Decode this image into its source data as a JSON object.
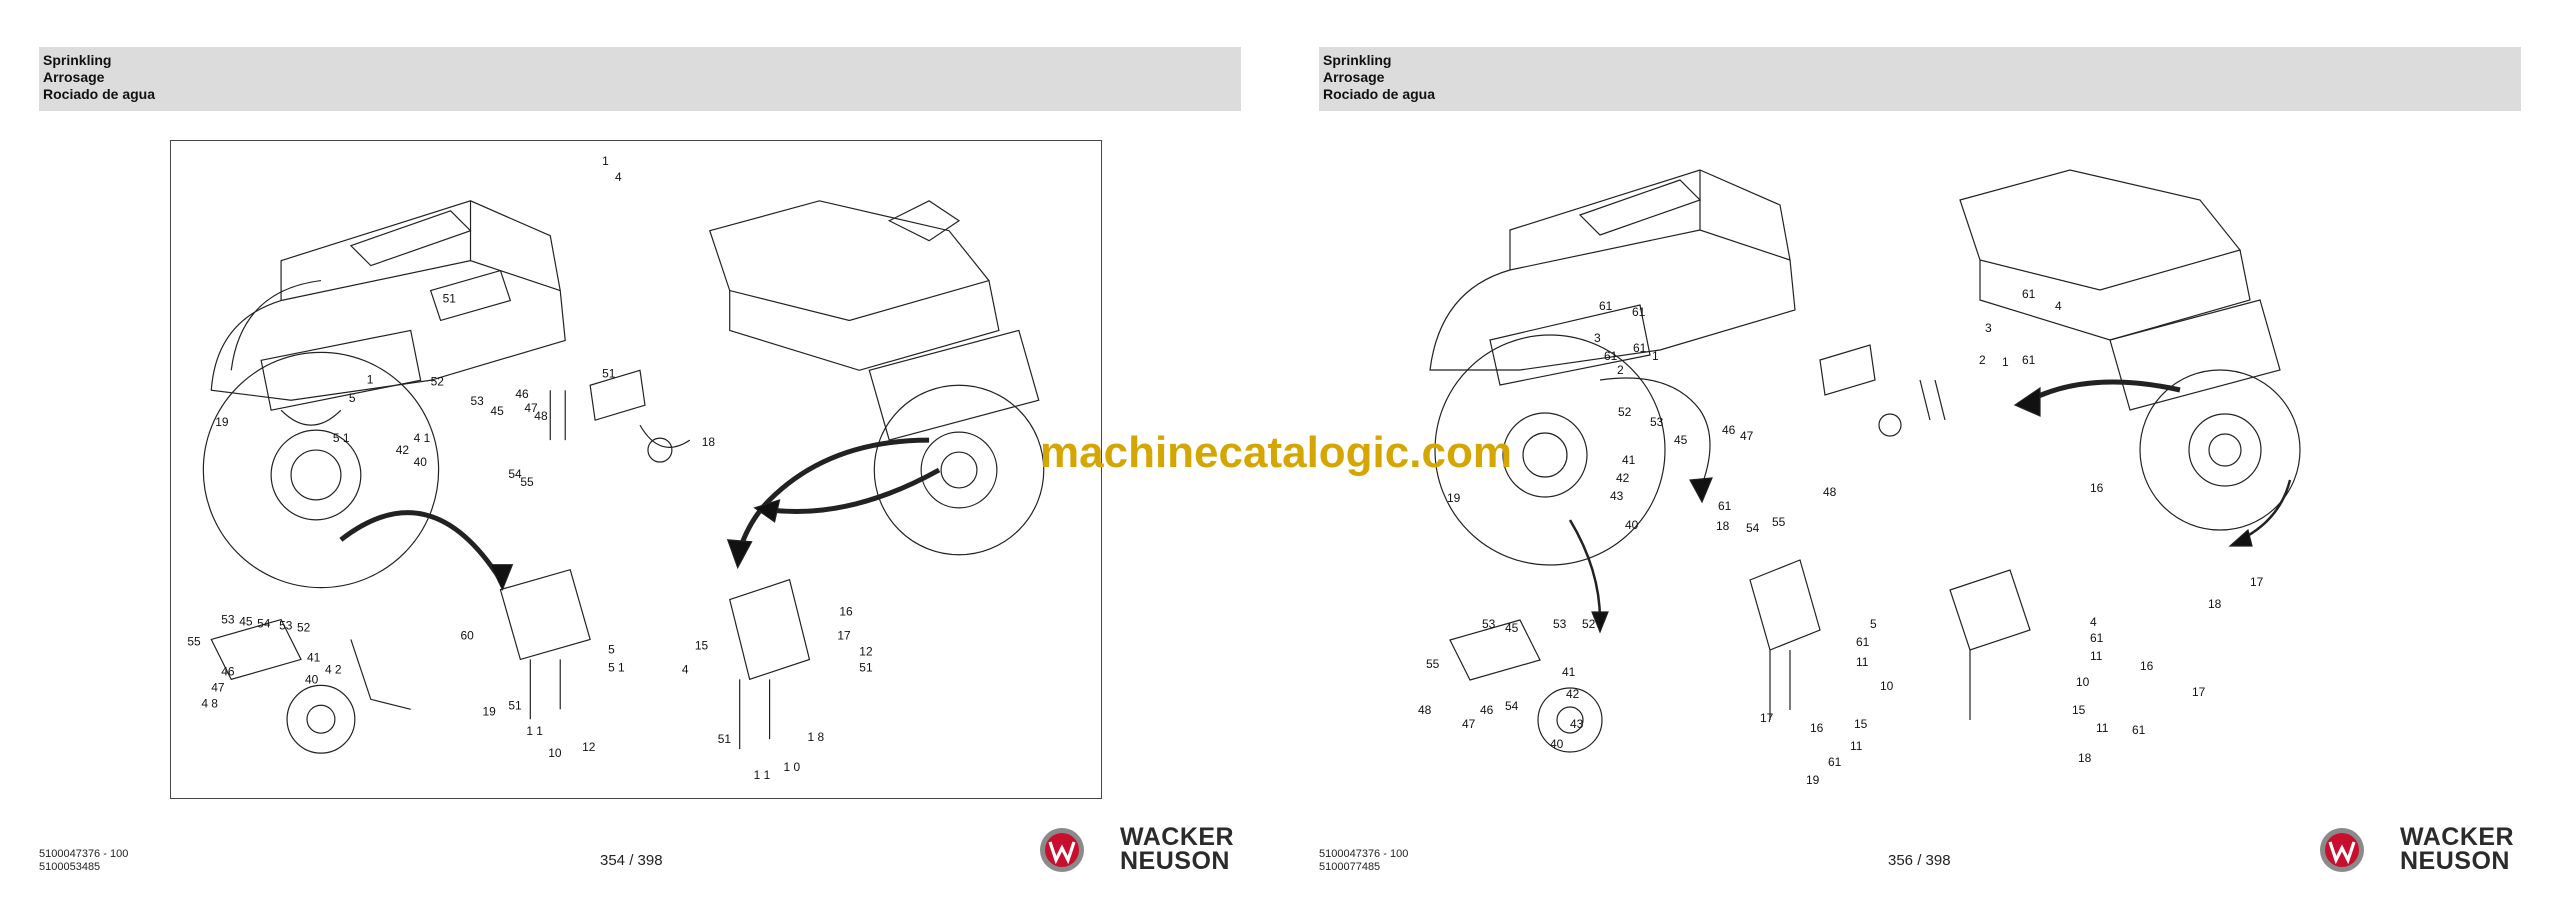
{
  "left_page": {
    "header": [
      "Sprinkling",
      "Arrosage",
      "Rociado de agua"
    ],
    "doc_number": "5100047376 - 100",
    "sub_number": "5100053485",
    "page_label": "354 / 398",
    "callouts": [
      "1",
      "4",
      "51",
      "5",
      "1",
      "51",
      "19",
      "5 1",
      "52",
      "53",
      "46",
      "47",
      "48",
      "45",
      "4 1",
      "42",
      "40",
      "54",
      "55",
      "18",
      "53",
      "45",
      "54",
      "53",
      "52",
      "55",
      "41",
      "4 2",
      "46",
      "40",
      "47",
      "4 8",
      "60",
      "5",
      "5 1",
      "19",
      "51",
      "1 1",
      "10",
      "12",
      "16",
      "15",
      "17",
      "12",
      "4",
      "51",
      "51",
      "1 8",
      "1 1",
      "1 0"
    ]
  },
  "right_page": {
    "header": [
      "Sprinkling",
      "Arrosage",
      "Rociado de agua"
    ],
    "doc_number": "5100047376 - 100",
    "sub_number": "5100077485",
    "page_label": "356 / 398",
    "callouts": [
      "61",
      "61",
      "3",
      "61",
      "61",
      "1",
      "2",
      "4",
      "3",
      "2",
      "1",
      "61",
      "61",
      "19",
      "52",
      "53",
      "45",
      "46",
      "47",
      "41",
      "42",
      "43",
      "40",
      "61",
      "18",
      "54",
      "55",
      "48",
      "16",
      "17",
      "18",
      "53",
      "45",
      "53",
      "52",
      "55",
      "41",
      "42",
      "48",
      "46",
      "47",
      "54",
      "43",
      "40",
      "5",
      "61",
      "11",
      "10",
      "15",
      "17",
      "16",
      "11",
      "61",
      "19",
      "4",
      "61",
      "11",
      "10",
      "16",
      "15",
      "11",
      "61",
      "18",
      "17"
    ]
  },
  "logo": {
    "line1": "WACKER",
    "line2": "NEUSON",
    "mark": "W",
    "icon": "wacker-neuson-logo-icon"
  },
  "watermark": "machinecatalogic.com",
  "colors": {
    "header_bg": "#dcdcdc",
    "watermark": "#d6a600",
    "logo_red": "#c8102e"
  }
}
